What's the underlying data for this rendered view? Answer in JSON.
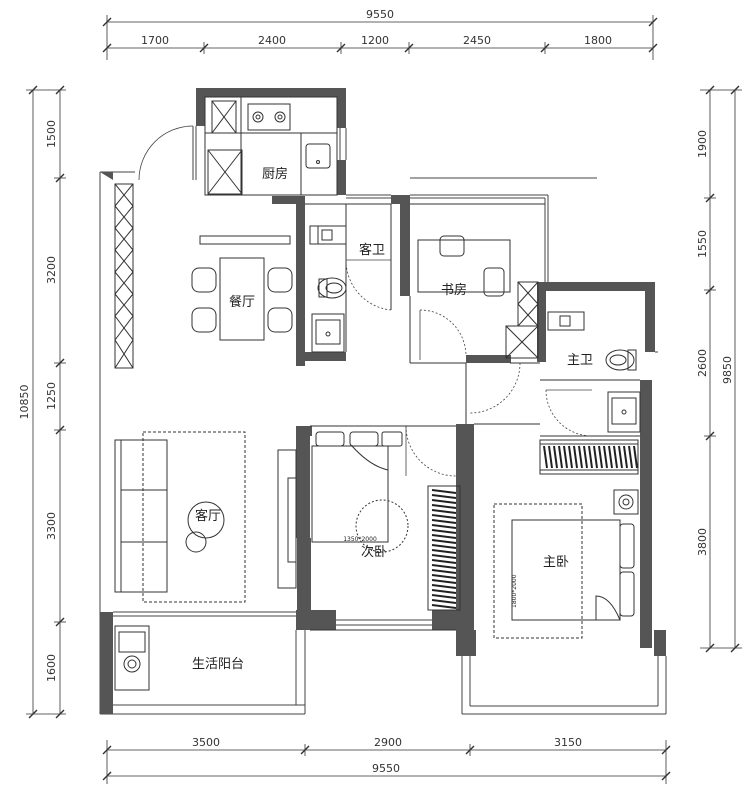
{
  "top_dimensions": {
    "total": "9550",
    "segments": [
      "1700",
      "2400",
      "1200",
      "2450",
      "1800"
    ]
  },
  "bottom_dimensions": {
    "total": "9550",
    "segments": [
      "3500",
      "2900",
      "3150"
    ]
  },
  "left_dimensions": {
    "total": "10850",
    "segments": [
      "1500",
      "3200",
      "1250",
      "3300",
      "1600"
    ]
  },
  "right_dimensions": {
    "total": "9850",
    "segments": [
      "1900",
      "1550",
      "2600",
      "3800"
    ]
  },
  "rooms": {
    "kitchen": "厨房",
    "guest_bath": "客卫",
    "dining": "餐厅",
    "study": "书房",
    "master_bath": "主卫",
    "living": "客厅",
    "second_bedroom": "次卧",
    "master_bedroom": "主卧",
    "balcony": "生活阳台"
  },
  "bed_labels": {
    "second_bed_size": "1350*2000",
    "master_bed_size": "1800*2000"
  }
}
